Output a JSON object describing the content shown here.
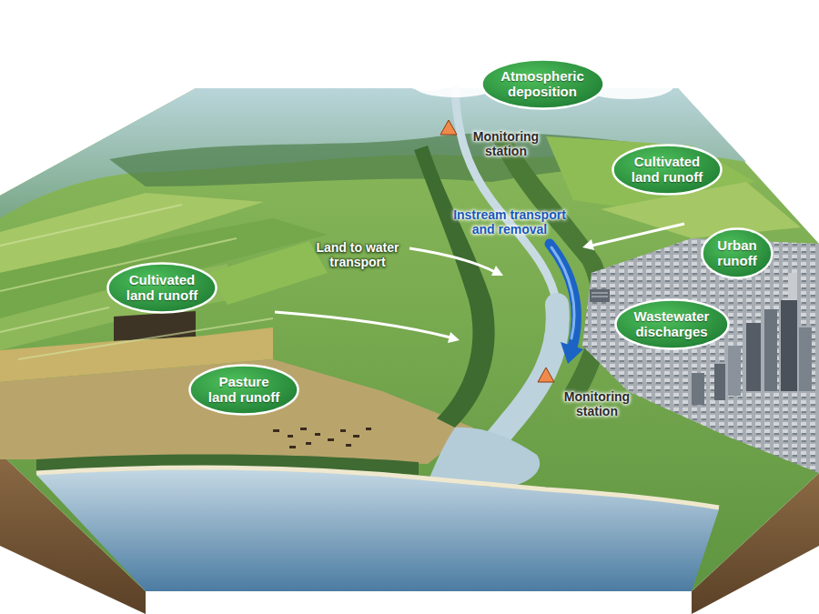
{
  "diagram": {
    "nodes": [
      {
        "text": [
          "Atmospheric deposition"
        ]
      },
      {
        "text": [
          "Cultivated land runoff"
        ]
      },
      {
        "text": [
          "Urban runoff"
        ]
      },
      {
        "text": [
          "Cultivated land runoff"
        ]
      },
      {
        "text": [
          "Wastewater discharges"
        ]
      },
      {
        "text": [
          "Pasture land runoff"
        ]
      }
    ],
    "labels": [
      "Monitoring station",
      "Instream transport and removal",
      "Land to water transport",
      "Monitoring station"
    ]
  }
}
